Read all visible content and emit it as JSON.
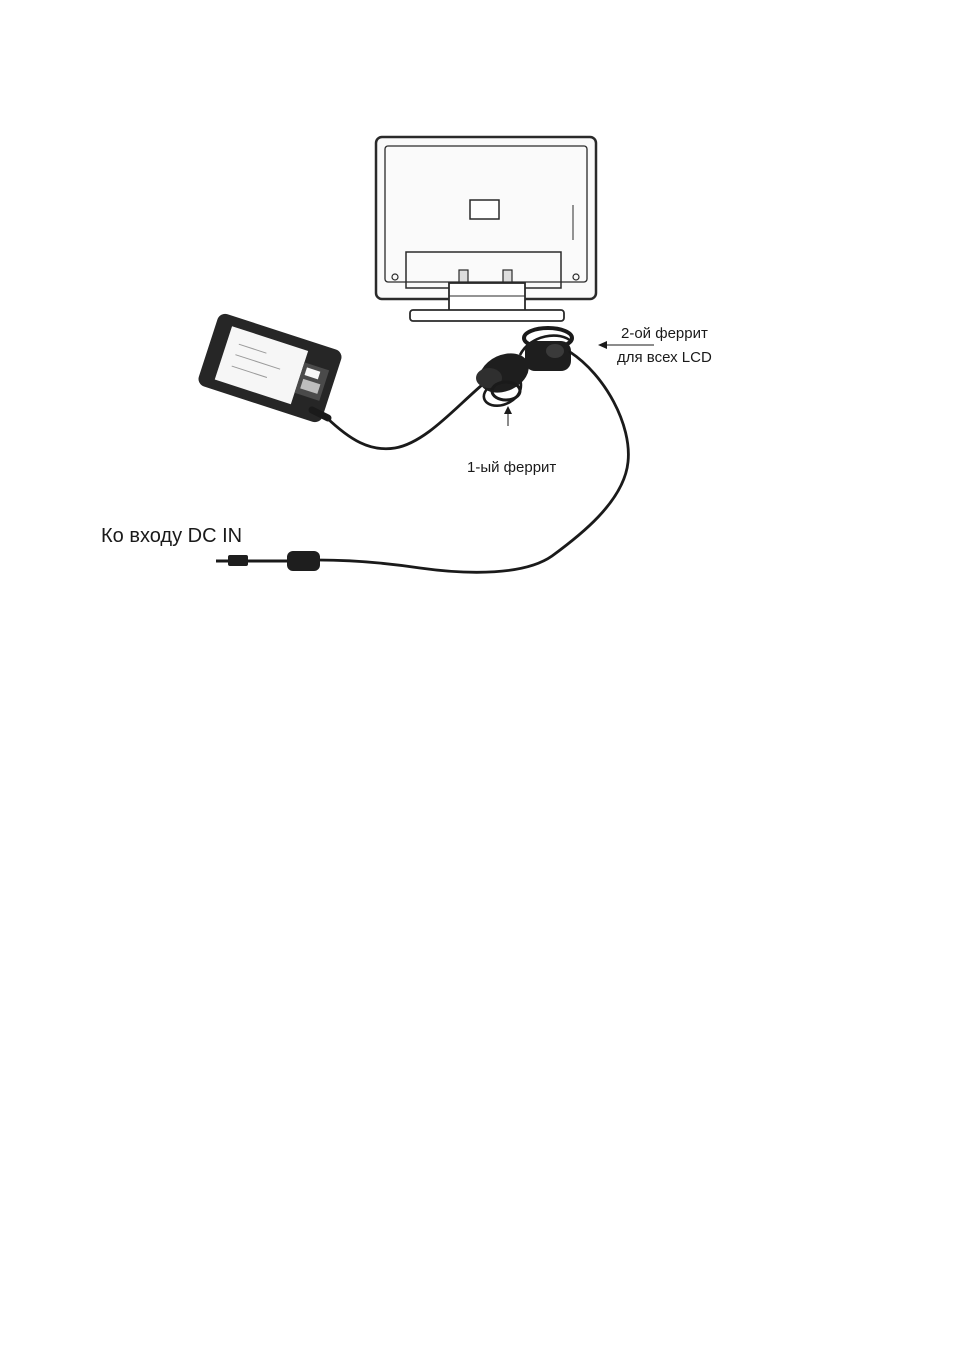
{
  "labels": {
    "second_ferrite_line1": "2-ой феррит",
    "second_ferrite_line2": "для всех LCD",
    "first_ferrite": "1-ый феррит",
    "dc_in": "Ко входу DC IN"
  },
  "colors": {
    "ink": "#1a1a1a",
    "device_dark": "#262626",
    "panel_light": "#f6f6f6"
  }
}
